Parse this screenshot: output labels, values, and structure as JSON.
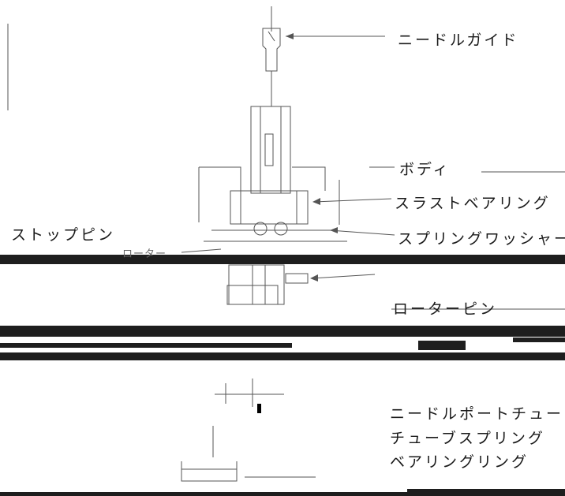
{
  "diagram": {
    "labels": {
      "needle_guide": "ニードルガイド",
      "body": "ボディ",
      "thrust_bearing": "スラストベアリング",
      "spring_washer": "スプリングワッシャー",
      "stop_pin": "ストップピン",
      "rotor": "ローター",
      "rotor_pin": "ローターピン",
      "needle_port_tube": "ニードルポートチュー",
      "tube_spring": "チューブスプリング",
      "bearing_ring": "ベアリングリング"
    }
  },
  "colors": {
    "ink": "#1a1a1a",
    "band": "#1e1e1e"
  }
}
